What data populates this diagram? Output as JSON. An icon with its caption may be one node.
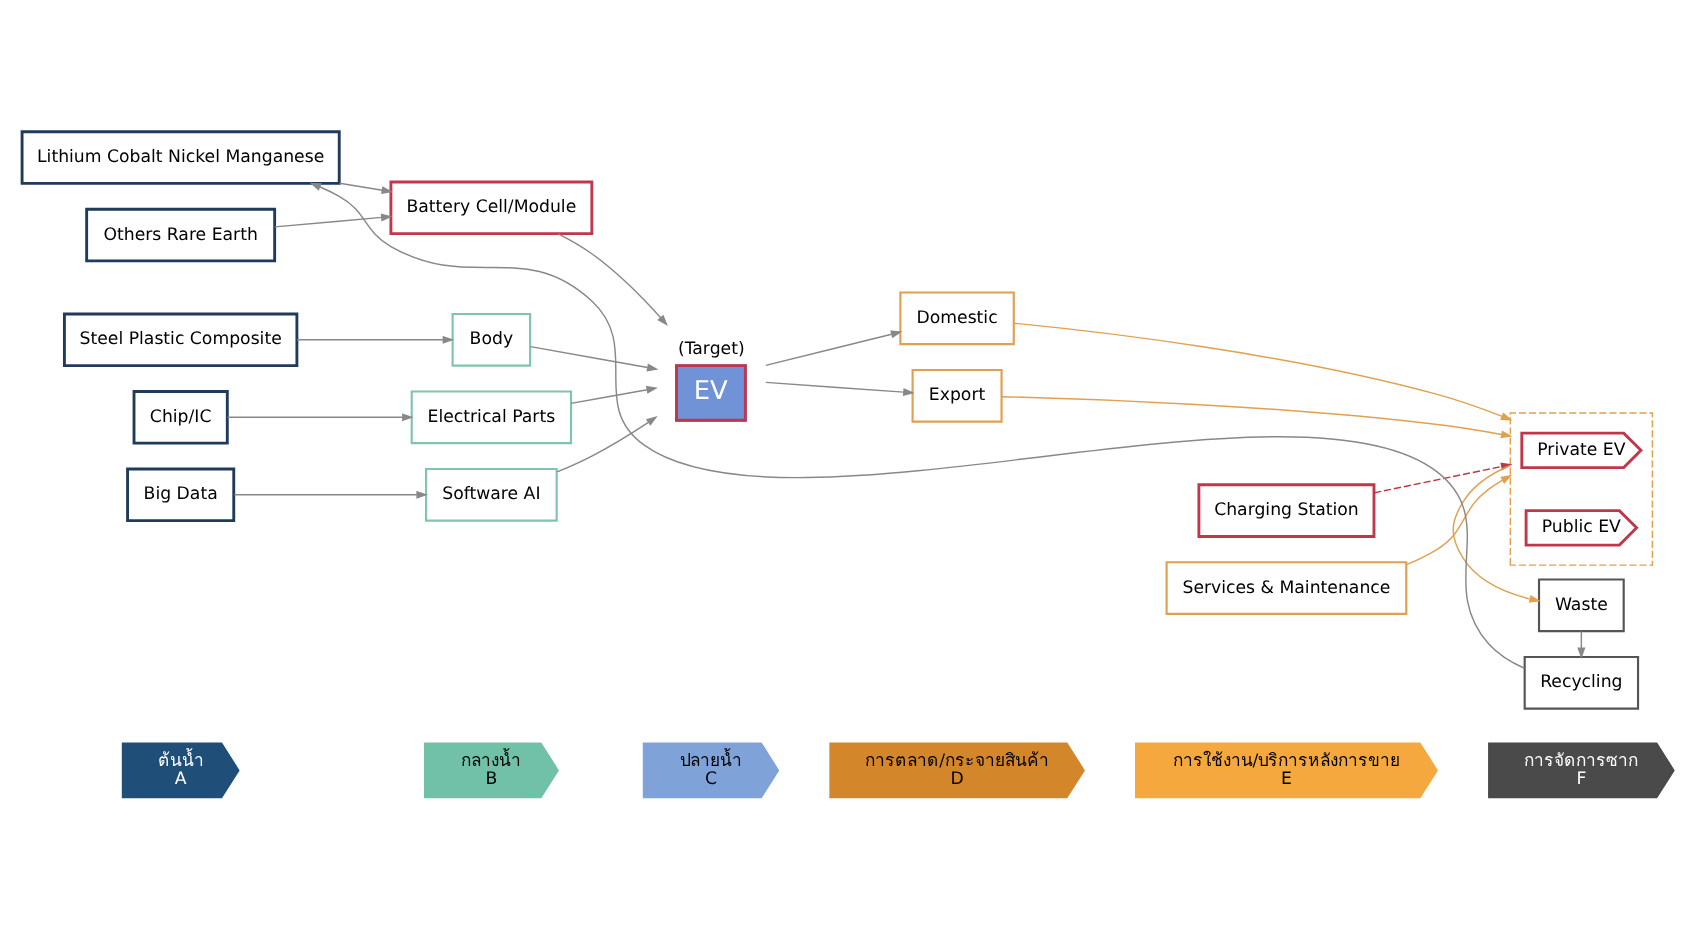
{
  "diagram": {
    "nodes": [
      {
        "text": [
          "ต้นน้ำ",
          "A"
        ]
      },
      {
        "text": [
          "กลางน้ำ",
          "B"
        ]
      },
      {
        "text": [
          "ปลายน้ำ",
          "C"
        ]
      },
      {
        "text": [
          "การตลาด/กระจายสินค้า",
          "D"
        ]
      },
      {
        "text": [
          "การใช้งาน/บริการหลังการขาย",
          "E"
        ]
      },
      {
        "text": [
          "การจัดการซาก",
          "F"
        ]
      },
      {
        "text": [
          "Lithium Cobalt Nickel Manganese"
        ]
      },
      {
        "text": [
          "Others Rare Earth"
        ]
      },
      {
        "text": [
          "Battery Cell/Module"
        ]
      },
      {
        "text": [
          "Steel Plastic Composite"
        ]
      },
      {
        "text": [
          "Chip/IC"
        ]
      },
      {
        "text": [
          "Big Data"
        ]
      },
      {
        "text": [
          "Body"
        ]
      },
      {
        "text": [
          "Electrical Parts"
        ]
      },
      {
        "text": [
          "Software AI"
        ]
      },
      {
        "text": [
          "EV"
        ],
        "beside": [
          "(Target)"
        ]
      },
      {
        "text": [
          "Domestic"
        ]
      },
      {
        "text": [
          "Export"
        ]
      },
      {
        "text": [
          "Charging Station"
        ]
      },
      {
        "text": [],
        "shape": "box"
      },
      {
        "text": [
          "Private EV"
        ],
        "in": 19
      },
      {
        "text": [
          "Public EV"
        ],
        "in": 19
      },
      {
        "text": [
          "Services & Maintenance"
        ]
      },
      {
        "text": [
          "Waste"
        ]
      },
      {
        "text": [
          "Recycling"
        ]
      }
    ],
    "edges": [
      {
        "from": 6,
        "to": 8,
        "arrow": "to"
      },
      {
        "from": 7,
        "to": 8,
        "arrow": "to"
      },
      {
        "from": 9,
        "to": 12,
        "arrow": "to"
      },
      {
        "from": 10,
        "to": 13,
        "arrow": "to"
      },
      {
        "from": 11,
        "to": 14,
        "arrow": "to"
      },
      {
        "from": 8,
        "to": 15,
        "arrow": "to"
      },
      {
        "from": 12,
        "to": 15,
        "arrow": "to"
      },
      {
        "from": 13,
        "to": 15,
        "arrow": "to"
      },
      {
        "from": 14,
        "to": 15,
        "arrow": "to"
      },
      {
        "from": 15,
        "to": 16,
        "arrow": "to"
      },
      {
        "from": 15,
        "to": 17,
        "arrow": "to"
      },
      {
        "from": 16,
        "to": 19,
        "arrow": "to",
        "color": "#e0a050"
      },
      {
        "from": 17,
        "to": 19,
        "arrow": "to",
        "color": "#e0a050"
      },
      {
        "from": 18,
        "to": 19,
        "arrow": "to",
        "style": "dashed",
        "color": "#c0364a"
      },
      {
        "from": 22,
        "to": 19,
        "arrow": "to",
        "color": "#e0a050"
      },
      {
        "from": 19,
        "to": 23,
        "arrow": "to",
        "color": "#e0a050"
      },
      {
        "from": 23,
        "to": 24,
        "arrow": "to"
      },
      {
        "from": 24,
        "to": 6,
        "arrow": "to"
      }
    ]
  }
}
